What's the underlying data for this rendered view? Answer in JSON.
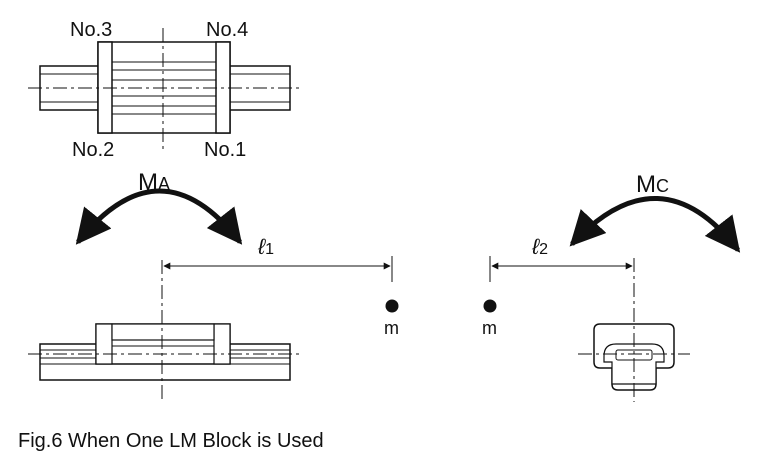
{
  "figure": {
    "caption": "Fig.6 When One LM Block is Used",
    "top_view": {
      "labels": {
        "top_left": "No.3",
        "top_right": "No.4",
        "bottom_left": "No.2",
        "bottom_right": "No.1"
      }
    },
    "moments": {
      "pitch": {
        "symbol": "M",
        "subscript": "A"
      },
      "roll": {
        "symbol": "M",
        "subscript": "C"
      }
    },
    "distances": {
      "pitch": {
        "symbol": "ℓ",
        "subscript": "1"
      },
      "roll": {
        "symbol": "ℓ",
        "subscript": "2"
      }
    },
    "mass_label": "m",
    "colors": {
      "ink": "#111111",
      "background": "#ffffff"
    }
  }
}
